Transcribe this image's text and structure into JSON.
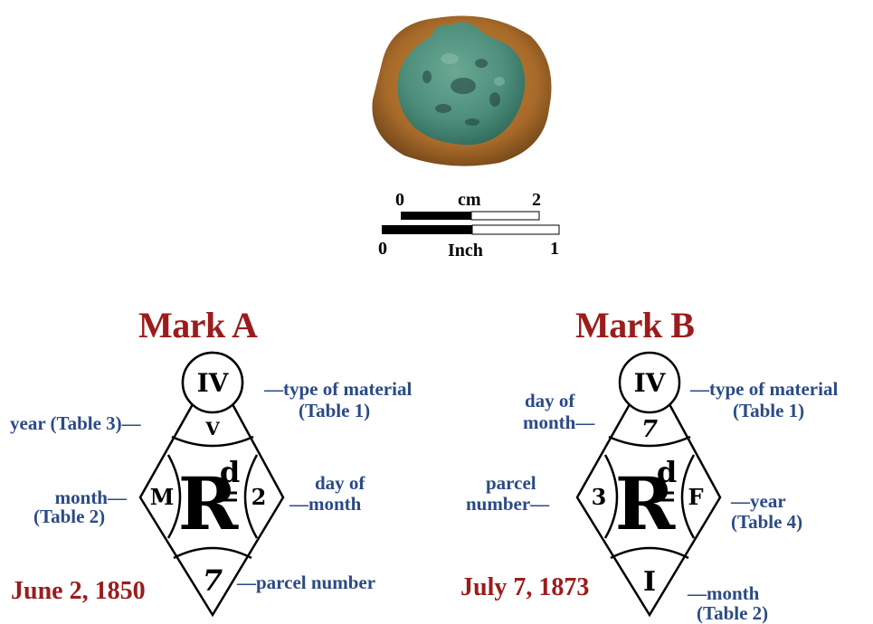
{
  "scale_bar": {
    "cm_label": "cm",
    "cm_start": "0",
    "cm_end": "2",
    "inch_label": "Inch",
    "inch_start": "0",
    "inch_end": "1"
  },
  "marks": [
    {
      "title": "Mark A",
      "date": "June 2, 1850",
      "top_circle": "IV",
      "upper_cell": "V",
      "left_cell": "M",
      "right_cell": "2",
      "bottom_cell": "7",
      "center_main": "R",
      "center_super": "d",
      "labels": {
        "material_line1": "—type of material",
        "material_line2": "(Table 1)",
        "year": "year (Table 3)—",
        "month_line1": "month—",
        "month_line2": "(Table 2)",
        "day_line1": "day of",
        "day_line2": "—month",
        "parcel": "—parcel number"
      }
    },
    {
      "title": "Mark B",
      "date": "July 7, 1873",
      "top_circle": "IV",
      "upper_cell": "7",
      "left_cell": "3",
      "right_cell": "F",
      "bottom_cell": "I",
      "center_main": "R",
      "center_super": "d",
      "labels": {
        "material_line1": "—type of material",
        "material_line2": "(Table 1)",
        "day_line1": "day of",
        "day_line2": "month—",
        "parcel_line1": "parcel",
        "parcel_line2": "number—",
        "year_line1": "—year",
        "year_line2": "(Table 4)",
        "month_line1": "—month",
        "month_line2": "(Table 2)"
      }
    }
  ],
  "colors": {
    "title_red": "#9b1c1c",
    "label_blue": "#2b4a86",
    "patina_green": "#4e8f7c",
    "rust_orange": "#b8782f"
  }
}
